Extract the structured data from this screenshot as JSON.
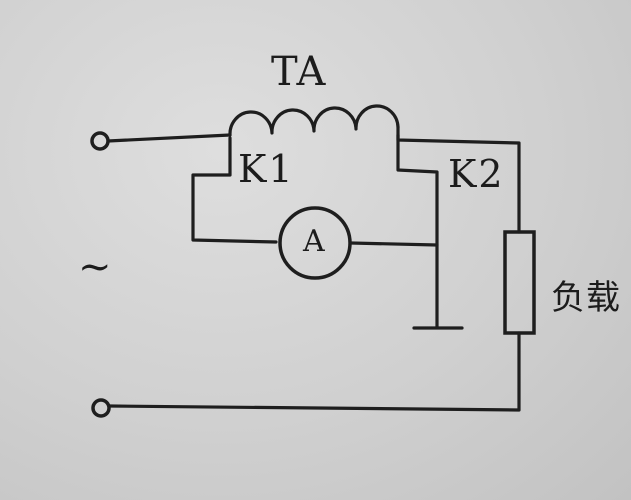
{
  "diagram": {
    "transformer_label": "TA",
    "terminal_k1_label": "K1",
    "terminal_k2_label": "K2",
    "ammeter_label": "A",
    "ac_source_symbol": "~",
    "load_label": "负载"
  }
}
